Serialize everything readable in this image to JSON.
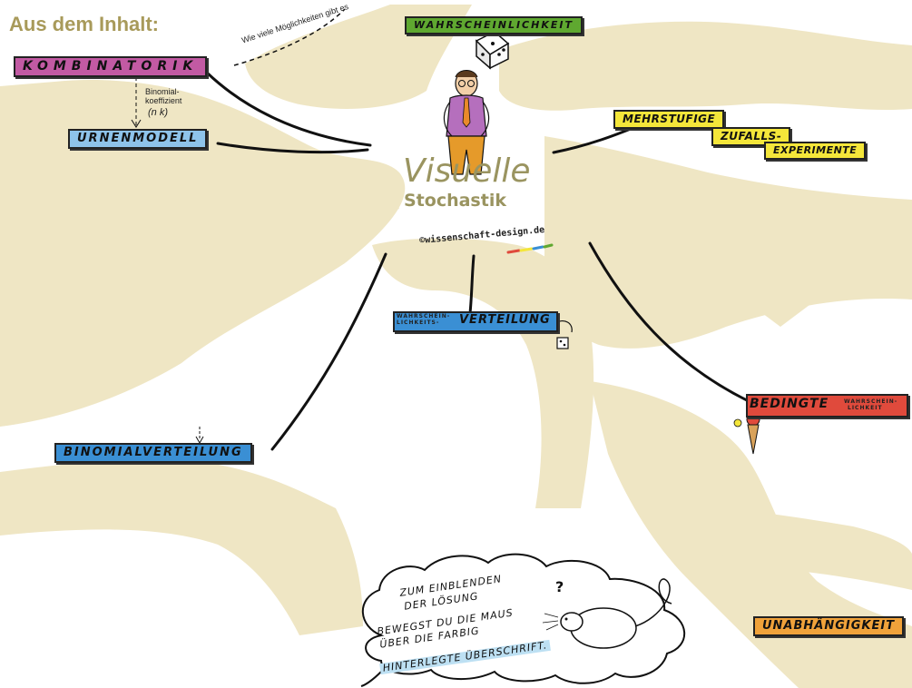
{
  "heading": "Aus dem Inhalt:",
  "title": "Visuelle",
  "subtitle": "Stochastik",
  "copyright": "©wissenschaft-design.de",
  "annotations": {
    "moeglichkeiten": "Wie viele Möglichkeiten gibt es",
    "binomial_line1": "Binomial-",
    "binomial_line2": "koeffizient",
    "binomial_symbol": "(n k)"
  },
  "topics": {
    "kombinatorik": "KOMBINATORIK",
    "wahrscheinlichkeit": "WAHRSCHEINLICHKEIT",
    "urnenmodell": "URNENMODELL",
    "mehrstufige_1": "MEHRSTUFIGE",
    "mehrstufige_2": "ZUFALLS-",
    "mehrstufige_3": "EXPERIMENTE",
    "verteilung_prefix_1": "WAHRSCHEIN-",
    "verteilung_prefix_2": "LICHKEITS-",
    "verteilung": "VERTEILUNG",
    "binomialverteilung": "BINOMIALVERTEILUNG",
    "bedingte": "BEDINGTE",
    "bedingte_suffix_1": "WAHRSCHEIN-",
    "bedingte_suffix_2": "LICHKEIT",
    "unabhaengigkeit": "UNABHÄNGIGKEIT"
  },
  "cloud": {
    "line1": "ZUM EINBLENDEN",
    "line2": "DER LÖSUNG",
    "line3": "BEWEGST DU DIE MAUS",
    "line4": "ÜBER DIE FARBIG",
    "line5": "HINTERLEGTE ÜBERSCHRIFT."
  },
  "colors": {
    "background": "#ffffff",
    "band": "#efe6c4",
    "kombinatorik": "#c25aa3",
    "wahrscheinlichkeit": "#5fa830",
    "urnenmodell": "#8ec3ea",
    "mehrstufige": "#f4e63a",
    "verteilung": "#3a8fd4",
    "binomialverteilung": "#3a8fd4",
    "bedingte": "#e04a3c",
    "unabhaengigkeit": "#f0a23a",
    "title": "#9a9460",
    "heading": "#a89a5a"
  }
}
